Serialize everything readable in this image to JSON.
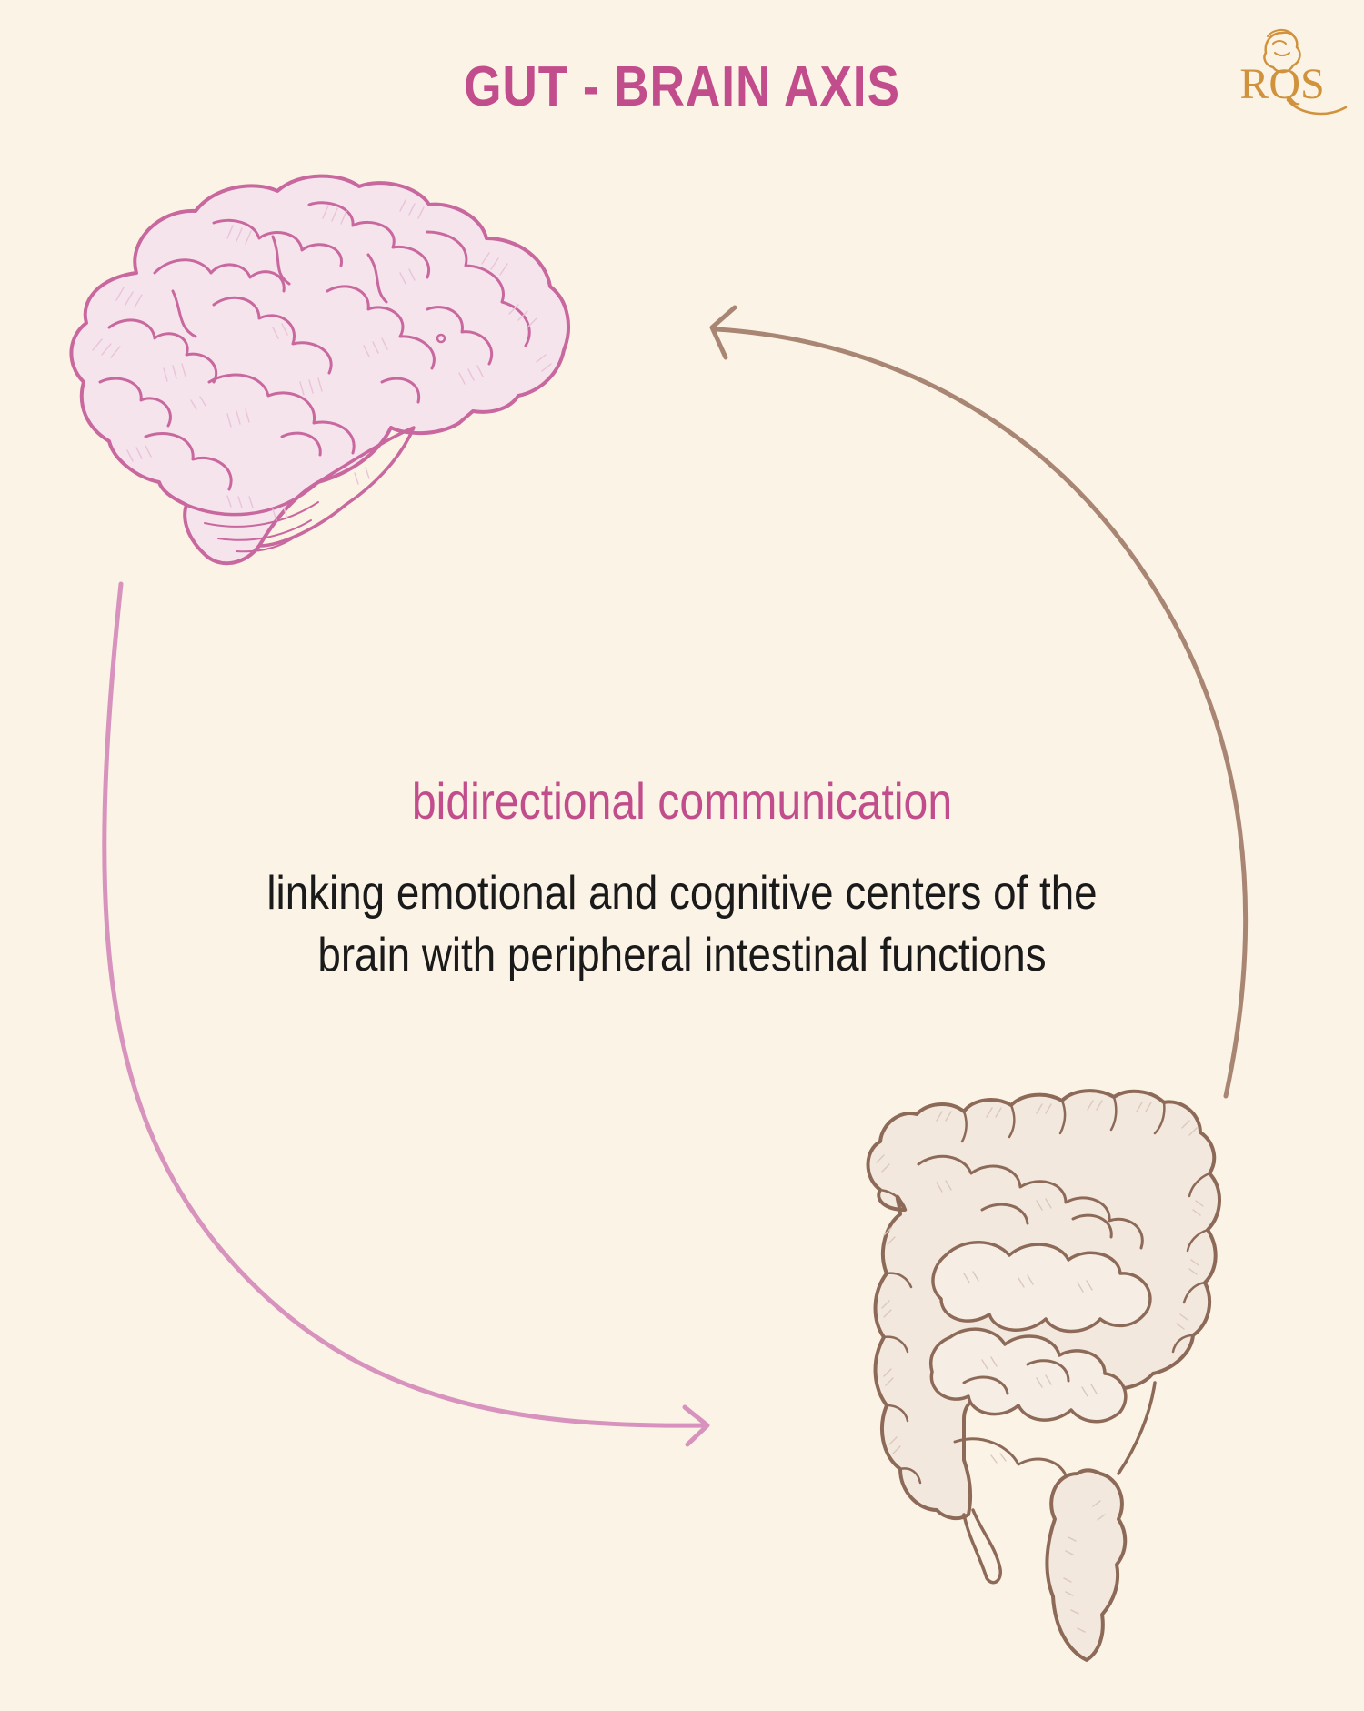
{
  "title": "GUT - BRAIN AXIS",
  "subtitle": "bidirectional communication",
  "description": {
    "line1": "linking emotional and cognitive centers of the",
    "line2": "brain with peripheral intestinal functions"
  },
  "logo_text": "RQS",
  "colors": {
    "background": "#fbf3e5",
    "brain": "#c8689f",
    "brain_light": "#e9c4d9",
    "gut": "#8d6a58",
    "gut_light": "#dcc8bb",
    "arrow_down": "#d792bd",
    "arrow_up": "#a98674",
    "title": "#c24d8c",
    "logo": "#d0923c"
  },
  "icons": {
    "brain": "brain-icon",
    "intestines": "intestines-icon",
    "logo": "lion-logo-icon"
  }
}
